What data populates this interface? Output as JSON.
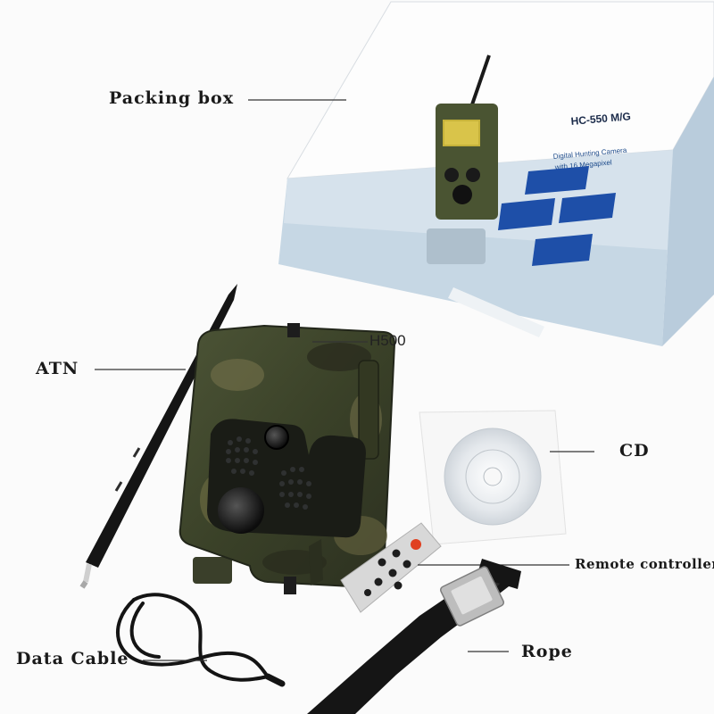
{
  "labels": {
    "packing_box": "Packing box",
    "h500": "H500",
    "atn": "ATN",
    "cd": "CD",
    "remote_controller": "Remote controller",
    "data_cable": "Data Cable",
    "rope": "Rope"
  },
  "box_print": {
    "model": "HC-550 M/G",
    "desc_line1": "Digital Hunting Camera",
    "desc_line2": "with 16 Megapixel"
  }
}
